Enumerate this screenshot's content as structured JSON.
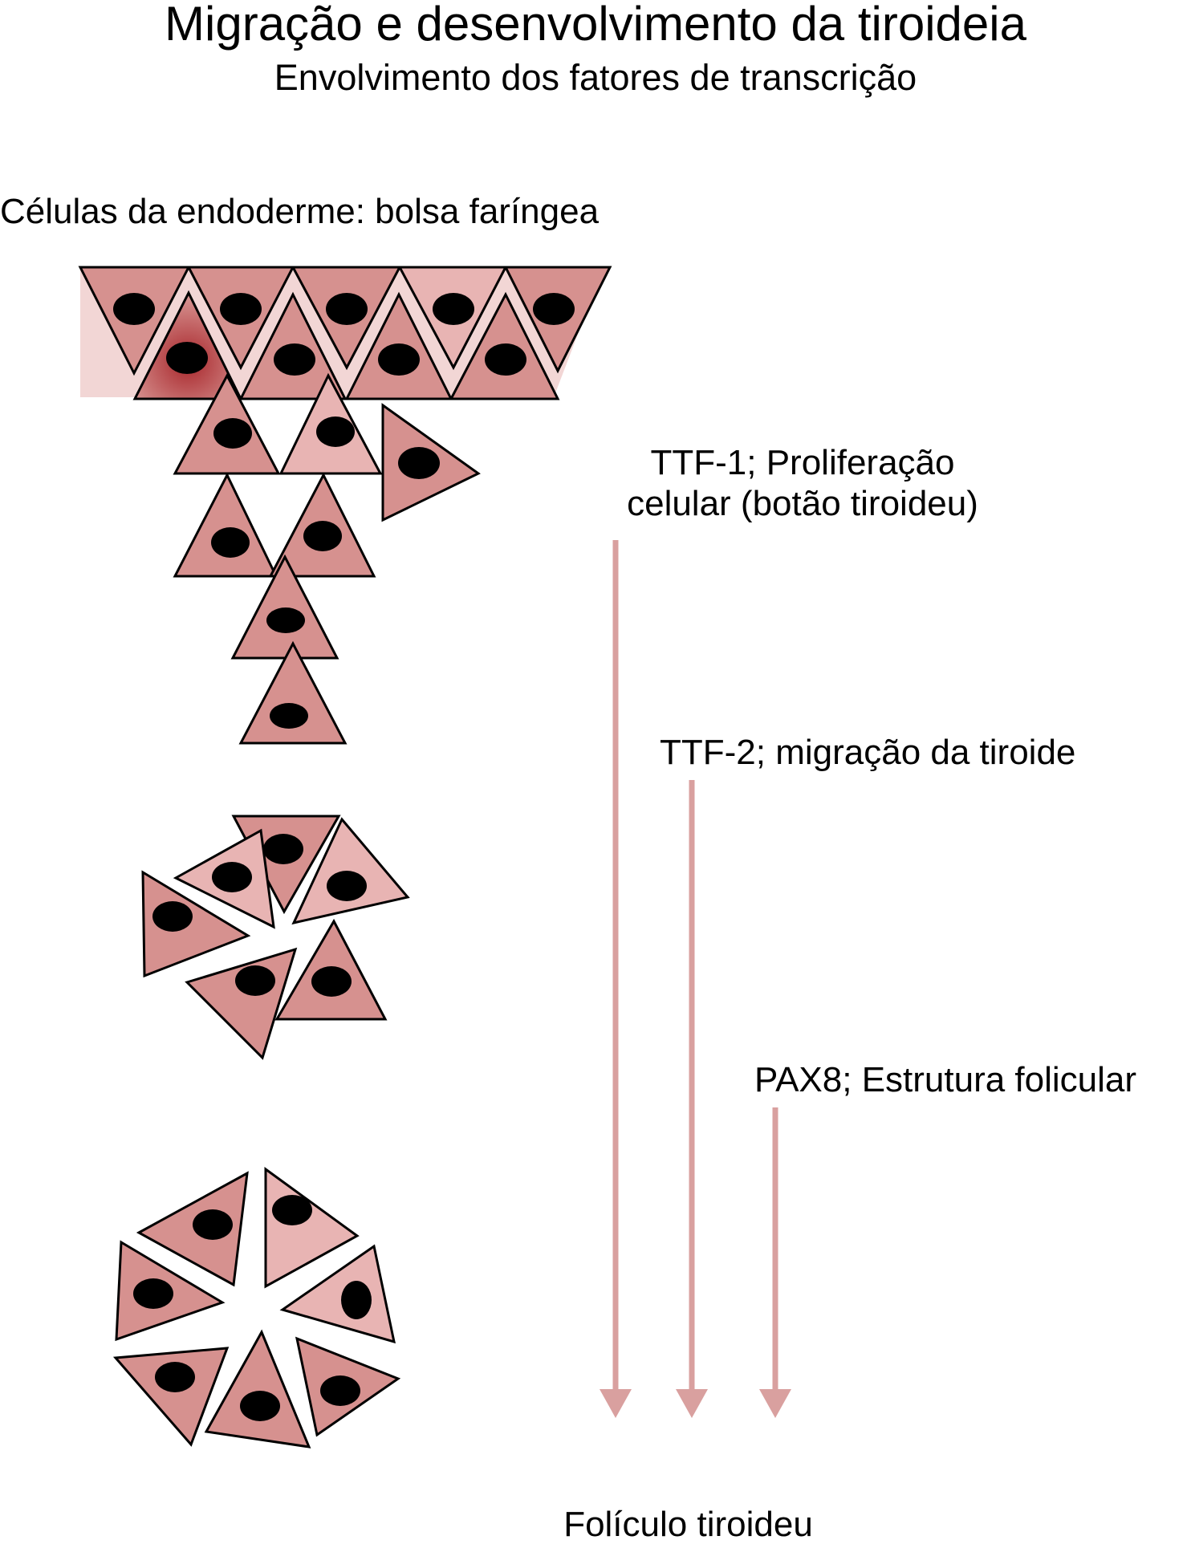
{
  "header": {
    "title": "Migração e desenvolvimento da tiroideia",
    "subtitle": "Envolvimento dos fatores de transcrição"
  },
  "labels": {
    "source": "Células da endoderme: bolsa faríngea",
    "ttf1": "TTF-1; Proliferação celular (botão tiroideu)",
    "ttf2": "TTF-2; migração da tiroide",
    "pax8": "PAX8; Estrutura folicular",
    "result": "Folículo tiroideu"
  },
  "colors": {
    "cell_fill": "#d6918f",
    "cell_fill_light": "#e8b4b3",
    "cell_fill_dark": "#a8262b",
    "nucleus": "#000000",
    "outline": "#000000",
    "arrow": "#d9a09f",
    "text": "#000000"
  },
  "icons": {
    "cell": "triangular-cell-icon",
    "nucleus": "oval-nucleus-icon",
    "arrow": "down-arrow-icon"
  }
}
